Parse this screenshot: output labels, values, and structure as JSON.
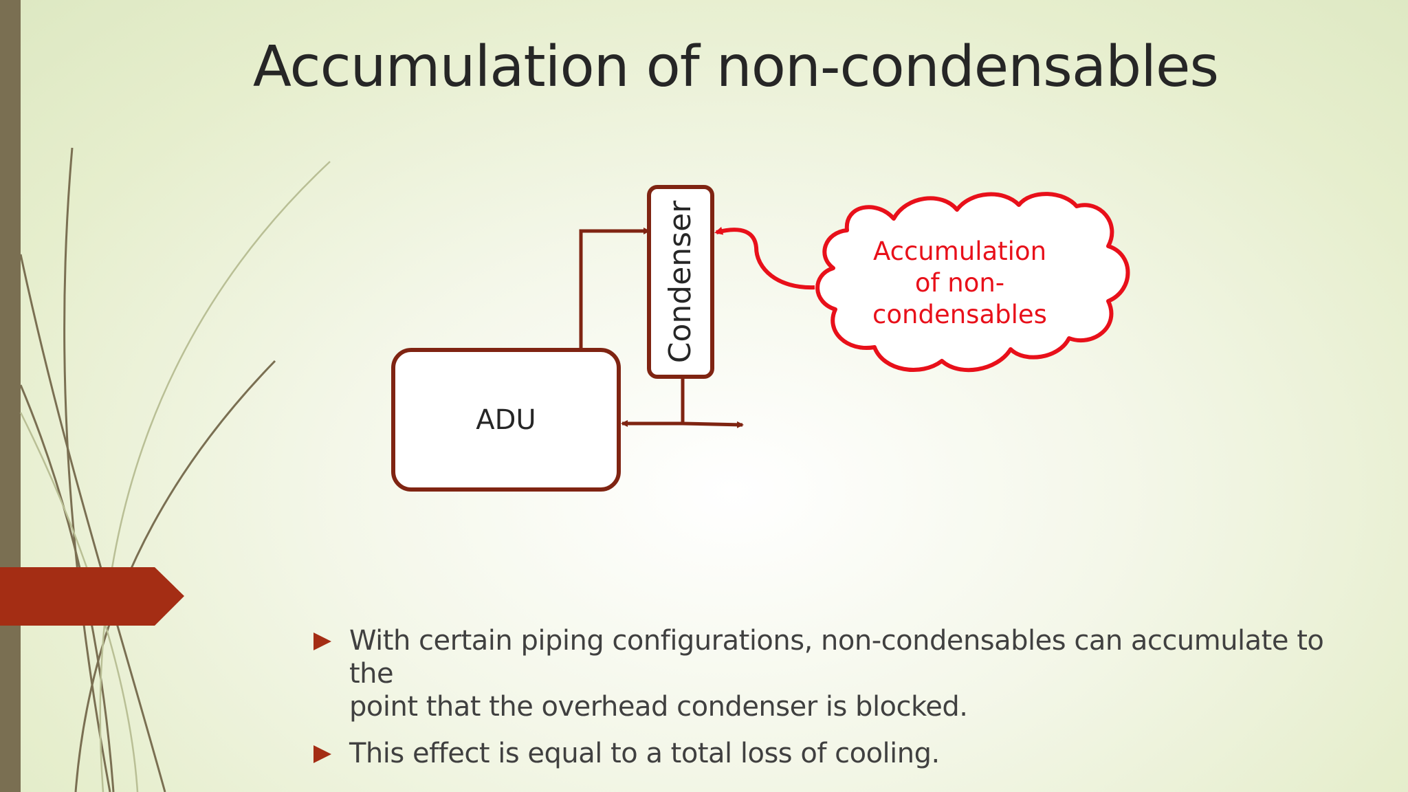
{
  "slide": {
    "title": "Accumulation of non-condensables",
    "colors": {
      "accent": "#a42d14",
      "left_bar": "#7a6f52",
      "diagram_stroke": "#7f2412",
      "callout_red": "#e8101a",
      "text": "#262626"
    }
  },
  "diagram": {
    "adu_label": "ADU",
    "condenser_label": "Condenser",
    "callout": {
      "line1": "Accumulation",
      "line2": "of non-",
      "line3": "condensables"
    }
  },
  "bullets": [
    {
      "line1": "With certain piping configurations, non-condensables can accumulate to the",
      "line2": "point that the overhead condenser is blocked."
    },
    {
      "line1": "This effect is equal to a total loss of cooling.",
      "line2": ""
    }
  ]
}
